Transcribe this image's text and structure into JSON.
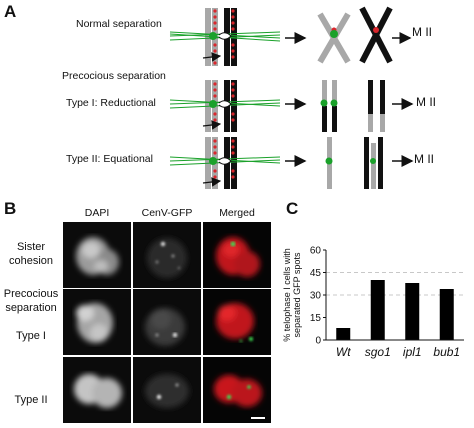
{
  "panel_a": {
    "letter": "A",
    "rows": [
      {
        "label": "Normal separation",
        "result": "M II"
      },
      {
        "label": "Type I: Reductional",
        "result": "M II"
      },
      {
        "label": "Type II: Equational",
        "result": "M II"
      }
    ],
    "section_title": "Precocious separation"
  },
  "panel_b": {
    "letter": "B",
    "columns": [
      "DAPI",
      "CenV-GFP",
      "Merged"
    ],
    "rows": [
      {
        "label_lines": [
          "Sister",
          "cohesion"
        ]
      },
      {
        "label_lines": [
          "Precocious",
          "separation",
          "",
          "Type I"
        ]
      },
      {
        "label_lines": [
          "Type II"
        ]
      }
    ]
  },
  "panel_c": {
    "letter": "C"
  },
  "chart_data": {
    "type": "bar",
    "categories": [
      "Wt",
      "sgo1",
      "ipl1",
      "bub1"
    ],
    "values": [
      8,
      40,
      38,
      34
    ],
    "ylabel_lines": [
      "% telophase I cells with",
      "separated GFP spots"
    ],
    "ylim": [
      0,
      60
    ],
    "yticks": [
      0,
      15,
      30,
      45,
      60
    ],
    "dashed_lines": [
      30,
      45
    ],
    "bar_color": "#000000"
  },
  "colors": {
    "green": "#1aa12a",
    "red": "#d9262c",
    "grey": "#a8a8a8",
    "black": "#111111"
  }
}
